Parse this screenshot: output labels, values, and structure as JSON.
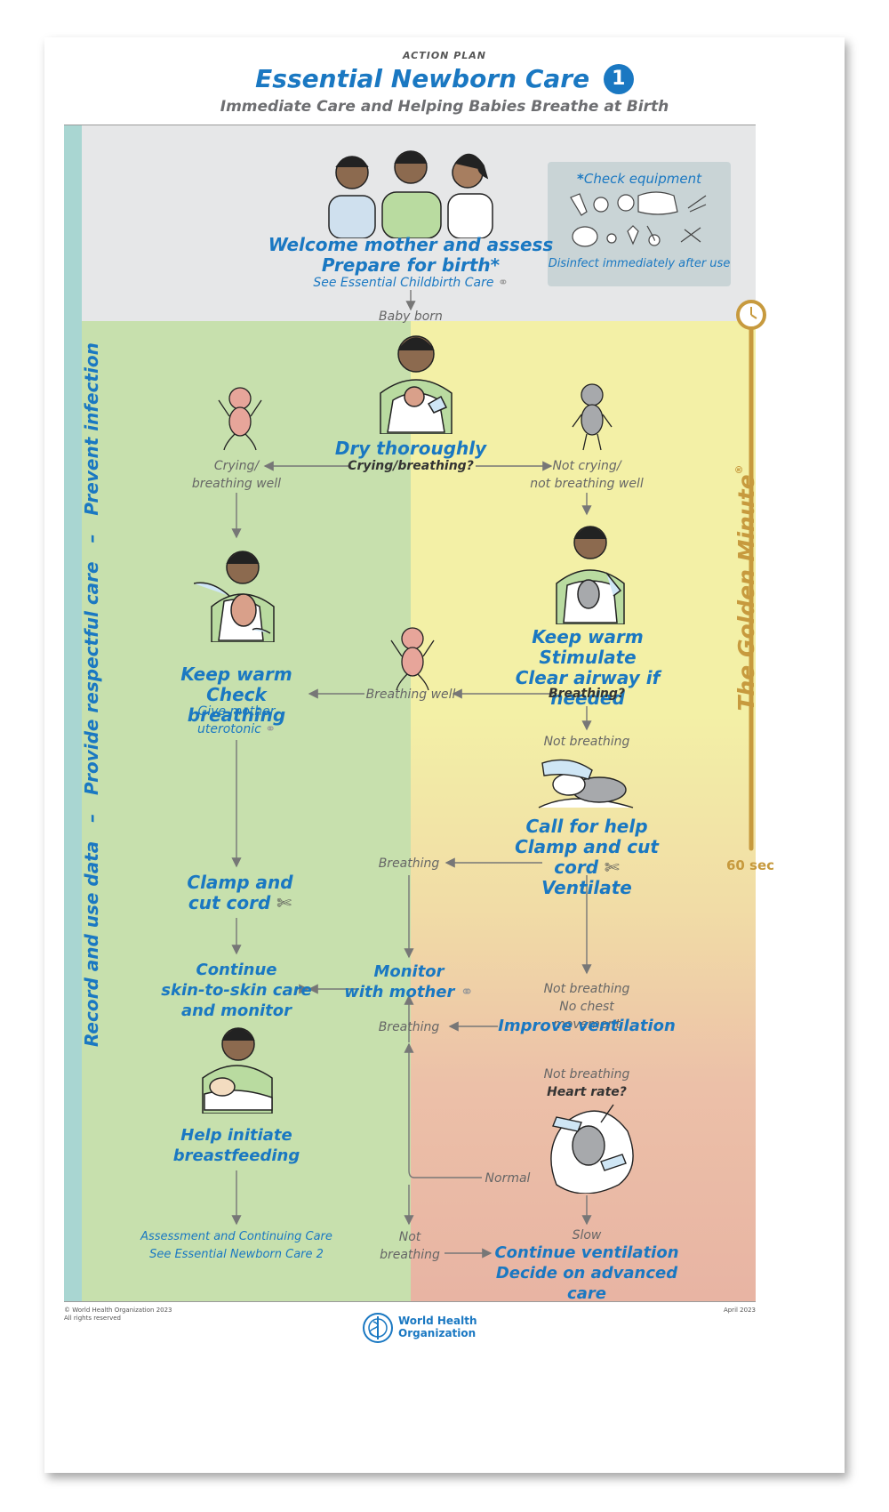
{
  "header": {
    "action_plan": "ACTION PLAN",
    "title": "Essential Newborn Care",
    "number": "1",
    "subtitle": "Immediate Care and Helping Babies Breathe at Birth"
  },
  "side_band": {
    "text": "Record and use data   –   Provide respectful care   –   Prevent infection"
  },
  "equipment_box": {
    "heading": "Check equipment",
    "note": "Disinfect immediately after use"
  },
  "steps": {
    "welcome_line1": "Welcome mother and assess",
    "welcome_line2": "Prepare for birth*",
    "welcome_link": "See Essential Childbirth Care",
    "baby_born": "Baby born",
    "dry": "Dry thoroughly",
    "crying_question": "Crying/breathing?",
    "crying_yes_1": "Crying/",
    "crying_yes_2": "breathing well",
    "crying_no_1": "Not crying/",
    "crying_no_2": "not breathing well",
    "keep_warm_left_1": "Keep warm",
    "keep_warm_left_2": "Check breathing",
    "give_mother_1": "Give mother",
    "give_mother_2": "uterotonic",
    "keep_warm_right_1": "Keep warm",
    "keep_warm_right_2": "Stimulate",
    "keep_warm_right_3": "Clear airway if needed",
    "breathing_question": "Breathing?",
    "breathing_well": "Breathing well",
    "not_breathing_1": "Not breathing",
    "call_help_1": "Call for help",
    "call_help_2": "Clamp and cut cord",
    "call_help_3": "Ventilate",
    "breathing_1": "Breathing",
    "clamp_1": "Clamp and",
    "clamp_2": "cut cord",
    "continue_1": "Continue",
    "continue_2": "skin-to-skin care",
    "continue_3": "and monitor",
    "monitor_1": "Monitor",
    "monitor_2": "with mother",
    "not_breathing_2": "Not breathing",
    "no_chest": "No chest movement",
    "improve": "Improve ventilation",
    "breathing_2": "Breathing",
    "not_breathing_3": "Not breathing",
    "heart_rate": "Heart rate?",
    "breastfeed_1": "Help initiate",
    "breastfeed_2": "breastfeeding",
    "normal": "Normal",
    "slow": "Slow",
    "assessment_1": "Assessment and Continuing Care",
    "assessment_2": "See Essential Newborn Care 2",
    "not_breathing_4a": "Not",
    "not_breathing_4b": "breathing",
    "continue_vent_1": "Continue ventilation",
    "continue_vent_2": "Decide on advanced care"
  },
  "golden_minute": {
    "label": "The Golden Minute",
    "registered": "®",
    "time": "60 sec"
  },
  "footer": {
    "copyright_1": "© World Health Organization 2023",
    "copyright_2": "All rights reserved",
    "org_1": "World Health",
    "org_2": "Organization",
    "date": "April 2023"
  },
  "colors": {
    "blue": "#1a78c2",
    "green_zone": "#c7e0ad",
    "yellow_zone": "#f3f0a6",
    "red_zone": "#e9b3a3",
    "gray_zone": "#e6e7e8",
    "teal_band": "#a9d6d2",
    "gold": "#c79a3e"
  }
}
